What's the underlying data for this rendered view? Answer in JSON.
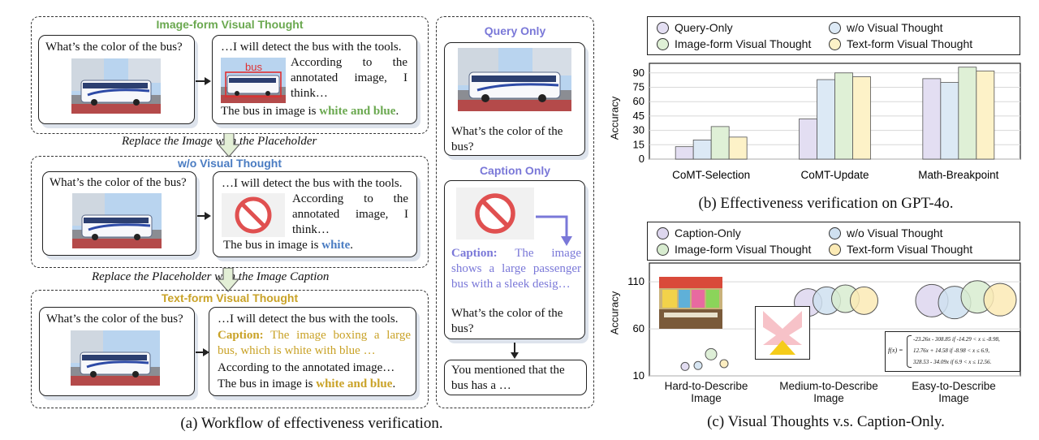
{
  "left": {
    "image_form": {
      "title": "Image-form Visual Thought",
      "question": "What’s the color of the bus?",
      "resp1": "…I will detect the bus with the tools. According to the annotated image, I think…",
      "bbox_label": "bus",
      "answer_prefix": "The bus in image is ",
      "answer_value": "white and blue",
      "answer_suffix": "."
    },
    "replace1": "Replace the Image with the Placeholder",
    "wo": {
      "title": "w/o Visual Thought",
      "question": "What’s the color of the bus?",
      "resp1": "…I will detect the bus with the tools. According to the annotated image, I think…",
      "answer_prefix": "The bus in image is ",
      "answer_value": "white",
      "answer_suffix": "."
    },
    "replace2": "Replace the Placeholder with the Image Caption",
    "text_form": {
      "title": "Text-form Visual Thought",
      "question": "What’s the color of the bus?",
      "resp_line1": "…I will detect the bus with the tools.",
      "caption_label": "Caption:",
      "caption_text": " The image boxing a large bus, which is white with blue …",
      "resp_line2": "According to the annotated image…",
      "answer_prefix": "The bus in image is ",
      "answer_value": "white and blue",
      "answer_suffix": "."
    },
    "query_only": {
      "title": "Query Only",
      "question": "What’s the color of the bus?"
    },
    "caption_only": {
      "title": "Caption Only",
      "caption_label": "Caption:",
      "caption_text": " The image shows a large passenger bus with a sleek desig…",
      "question": "What’s the color of the bus?",
      "reply": "You mentioned that the bus has a …"
    },
    "figure_caption": "(a) Workflow of effectiveness verification."
  },
  "chart_b": {
    "legend": [
      "Query-Only",
      "w/o Visual Thought",
      "Image-form Visual Thought",
      "Text-form Visual Thought"
    ],
    "ylabel": "Accuracy",
    "figure_caption": "(b) Effectiveness verification on GPT-4o."
  },
  "chart_c": {
    "legend": [
      "Caption-Only",
      "w/o Visual Thought",
      "Image-form Visual Thought",
      "Text-form Visual Thought"
    ],
    "ylabel": "Accuracy",
    "categories": [
      "Hard-to-Describe Image",
      "Medium-to-Describe Image",
      "Easy-to-Describe Image"
    ],
    "formula_lines": [
      "-23.26x - 308.85   if -14.29 < x ≤ -8.98,",
      "12.76x + 14.58    if -8.98 < x ≤ 6.9,",
      "328.53 - 34.09x   if 6.9 < x ≤ 12.56."
    ],
    "formula_prefix": "f(x) =",
    "figure_caption": "(c) Visual Thoughts v.s. Caption-Only."
  },
  "chart_data": [
    {
      "type": "bar",
      "title": "",
      "ylabel": "Accuracy",
      "ylim": [
        0,
        100
      ],
      "yticks": [
        0,
        15,
        30,
        45,
        60,
        75,
        90
      ],
      "categories": [
        "CoMT-Selection",
        "CoMT-Update",
        "Math-Breakpoint"
      ],
      "series": [
        {
          "name": "Query-Only",
          "values": [
            13,
            42,
            84
          ]
        },
        {
          "name": "w/o Visual Thought",
          "values": [
            20,
            83,
            80
          ]
        },
        {
          "name": "Image-form Visual Thought",
          "values": [
            34,
            90,
            96
          ]
        },
        {
          "name": "Text-form Visual Thought",
          "values": [
            23,
            86,
            92
          ]
        }
      ],
      "colors": [
        "#e3def2",
        "#dce9f5",
        "#dff0d6",
        "#fdf2c8"
      ],
      "grid": true,
      "legend": "top"
    },
    {
      "type": "scatter",
      "title": "",
      "ylabel": "Accuracy",
      "ylim": [
        10,
        130
      ],
      "yticks": [
        10,
        60,
        110
      ],
      "categories": [
        "Hard-to-Describe Image",
        "Medium-to-Describe Image",
        "Easy-to-Describe Image"
      ],
      "series": [
        {
          "name": "Caption-Only",
          "values": [
            20,
            88,
            90
          ]
        },
        {
          "name": "w/o Visual Thought",
          "values": [
            21,
            90,
            88
          ]
        },
        {
          "name": "Image-form Visual Thought",
          "values": [
            33,
            92,
            94
          ]
        },
        {
          "name": "Text-form Visual Thought",
          "values": [
            23,
            90,
            91
          ]
        }
      ],
      "colors": [
        "#ddd6ee",
        "#cfe0f0",
        "#d8ecd0",
        "#fbeab5"
      ],
      "grid": true,
      "legend": "top"
    }
  ]
}
